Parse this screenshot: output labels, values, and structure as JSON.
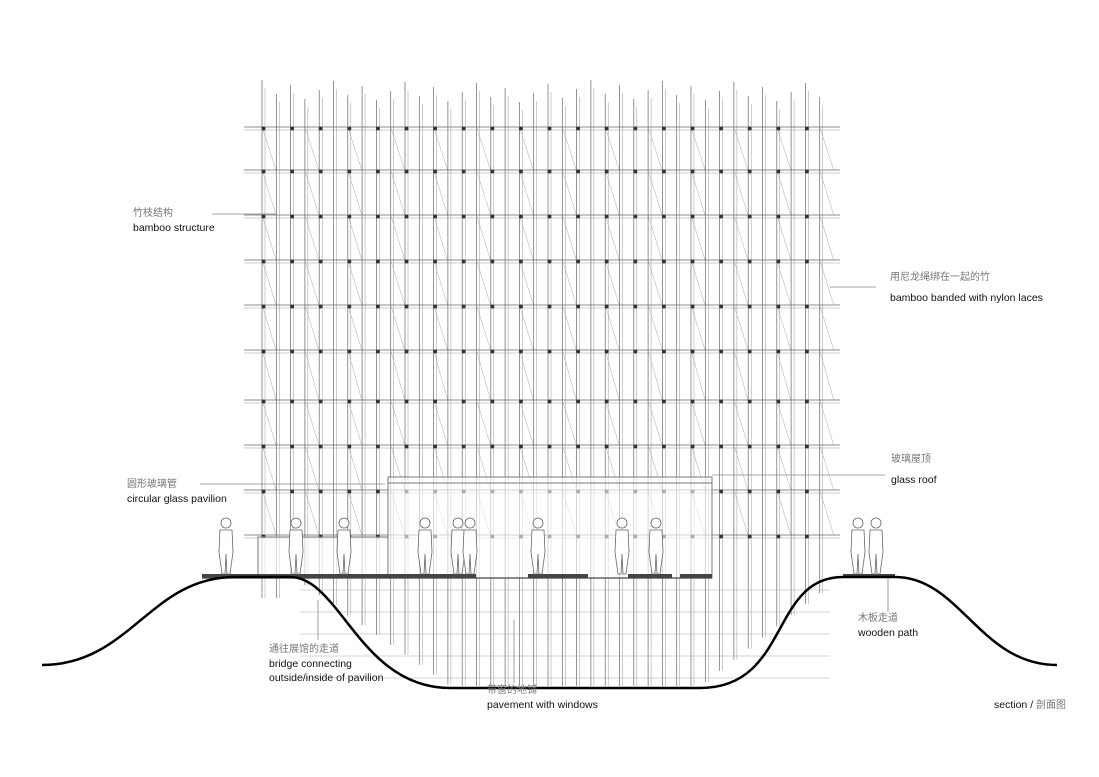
{
  "labels": {
    "bamboo_structure": {
      "zh": "竹枝结构",
      "en": "bamboo structure"
    },
    "bamboo_banded": {
      "zh": "用尼龙绳绑在一起的竹",
      "en": "bamboo banded with nylon laces"
    },
    "circular_glass": {
      "zh": "圆形玻璃管",
      "en": "circular glass pavilion"
    },
    "glass_roof": {
      "zh": "玻璃屋顶",
      "en": "glass roof"
    },
    "bridge": {
      "zh": "通往展馆的走道",
      "en_1": "bridge connecting",
      "en_2": "outside/inside of pavilion"
    },
    "pavement": {
      "zh": "带窗的地铺",
      "en": "pavement with windows"
    },
    "wooden_path": {
      "zh": "木板走道",
      "en": "wooden path"
    },
    "section": {
      "en": "section",
      "sep": " / ",
      "zh": "剖面图"
    }
  },
  "colors": {
    "line": "#555555",
    "ground": "#000000",
    "label_zh": "#777777"
  }
}
